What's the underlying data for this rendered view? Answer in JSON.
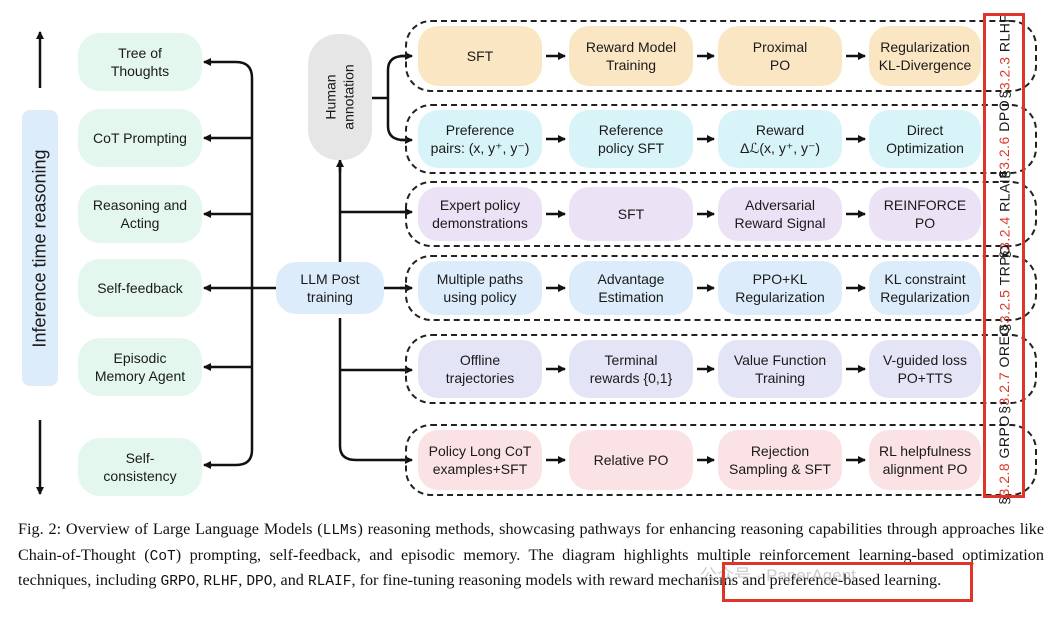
{
  "side_label": "Inference time reasoning",
  "left_nodes": [
    "Tree of\nThoughts",
    "CoT Prompting",
    "Reasoning and\nActing",
    "Self-feedback",
    "Episodic\nMemory Agent",
    "Self-\nconsistency"
  ],
  "center_node": "LLM Post\ntraining",
  "human_node": "Human\nannotation",
  "rows": [
    {
      "section": "3.2.3",
      "name": "RLHF",
      "color": "#fbe6c4",
      "steps": [
        "SFT",
        "Reward Model\nTraining",
        "Proximal\nPO",
        "Regularization\nKL-Divergence"
      ]
    },
    {
      "section": "3.2.6",
      "name": "DPO",
      "color": "#d8f4f8",
      "steps": [
        "Preference\npairs: (x, y⁺, y⁻)",
        "Reference\npolicy SFT",
        "Reward\nΔℒ(x, y⁺, y⁻)",
        "Direct\nOptimization"
      ]
    },
    {
      "section": "3.2.4",
      "name": "RLAIF",
      "color": "#ece2f5",
      "steps": [
        "Expert policy\ndemonstrations",
        "SFT",
        "Adversarial\nReward Signal",
        "REINFORCE PO"
      ]
    },
    {
      "section": "3.2.5",
      "name": "TRPO",
      "color": "#dcecfb",
      "steps": [
        "Multiple paths\nusing policy",
        "Advantage\nEstimation",
        "PPO+KL\nRegularization",
        "KL constraint\nRegularization"
      ]
    },
    {
      "section": "3.2.7",
      "name": "OREO",
      "color": "#e4e4f7",
      "steps": [
        "Offline\ntrajectories",
        "Terminal\nrewards {0,1}",
        "Value Function\nTraining",
        "V-guided loss\nPO+TTS"
      ]
    },
    {
      "section": "3.2.8",
      "name": "GRPO",
      "color": "#fbe3e5",
      "steps": [
        "Policy Long CoT\nexamples+SFT",
        "Relative PO",
        "Rejection\nSampling & SFT",
        "RL helpfulness\nalignment PO"
      ]
    }
  ],
  "caption": {
    "t1": "Fig. 2: Overview of Large Language Models (",
    "m1": "LLMs",
    "t2": ") reasoning methods, showcasing pathways for enhancing reasoning capabilities through approaches like Chain-of-Thought (",
    "m2": "CoT",
    "t3": ") prompting, self-feedback, and episodic memory. The diagram highlights multiple reinforcement learning-based optimization techniques, including ",
    "m3": "GRPO",
    "t4": ", ",
    "m4": "RLHF",
    "t5": ", ",
    "m5": "DPO",
    "t6": ", and ",
    "m6": "RLAIF",
    "t7": ", for fine-tuning reasoning models with reward mechanisms and preference-based learning."
  },
  "watermark": "公众号 · PaperAgent",
  "colors": {
    "highlight_red": "#e0332a",
    "section_red": "#d93a2b"
  }
}
